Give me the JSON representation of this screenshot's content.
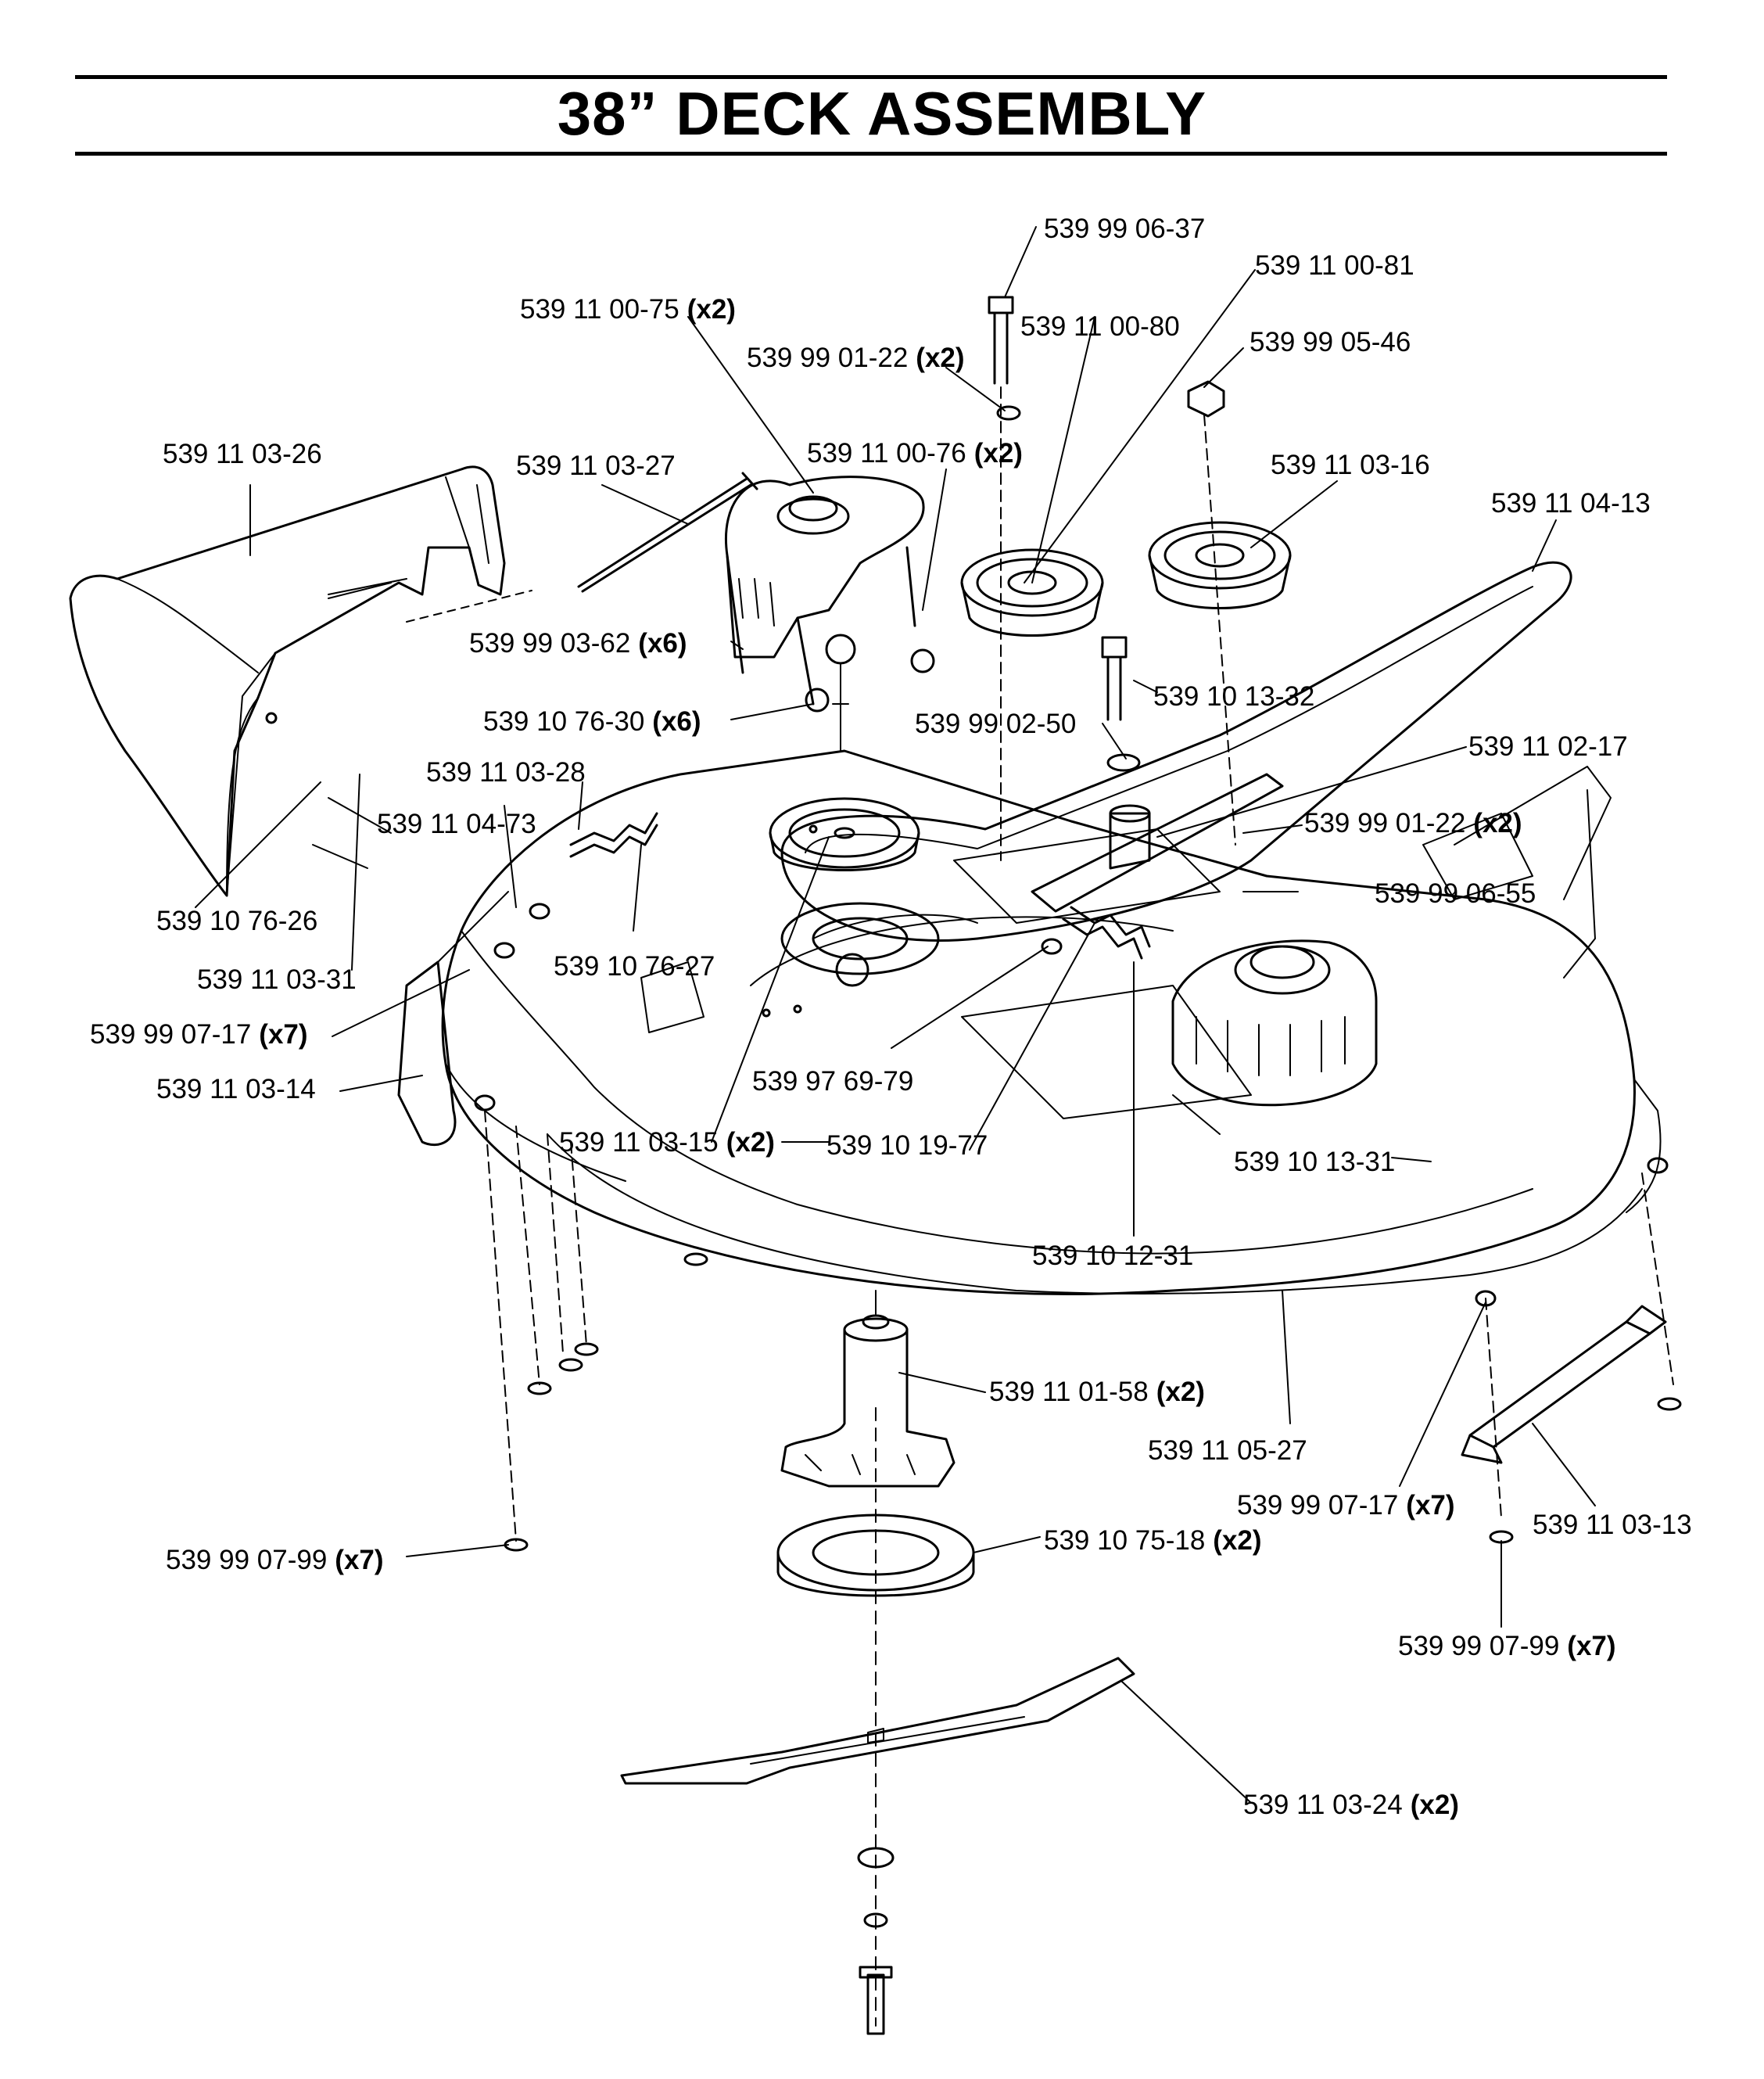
{
  "title": "38” DECK ASSEMBLY",
  "parts": [
    {
      "number": "539 99 06-37",
      "qty": ""
    },
    {
      "number": "539 11 00-81",
      "qty": ""
    },
    {
      "number": "539 11 00-75",
      "qty": "(x2)"
    },
    {
      "number": "539 11 00-80",
      "qty": ""
    },
    {
      "number": "539 99 01-22",
      "qty": "(x2)"
    },
    {
      "number": "539 99 05-46",
      "qty": ""
    },
    {
      "number": "539 11 03-26",
      "qty": ""
    },
    {
      "number": "539 11 03-27",
      "qty": ""
    },
    {
      "number": "539 11 00-76",
      "qty": "(x2)"
    },
    {
      "number": "539 11 03-16",
      "qty": ""
    },
    {
      "number": "539 11 04-13",
      "qty": ""
    },
    {
      "number": "539 99 03-62",
      "qty": "(x6)"
    },
    {
      "number": "539 10 13-32",
      "qty": ""
    },
    {
      "number": "539 10 76-30",
      "qty": "(x6)"
    },
    {
      "number": "539 99 02-50",
      "qty": ""
    },
    {
      "number": "539 11 02-17",
      "qty": ""
    },
    {
      "number": "539 11 03-28",
      "qty": ""
    },
    {
      "number": "539 99 01-22",
      "qty": "(x2)"
    },
    {
      "number": "539 11 04-73",
      "qty": ""
    },
    {
      "number": "539 99 06-55",
      "qty": ""
    },
    {
      "number": "539 10 76-26",
      "qty": ""
    },
    {
      "number": "539 10 76-27",
      "qty": ""
    },
    {
      "number": "539 11 03-31",
      "qty": ""
    },
    {
      "number": "539 99 07-17",
      "qty": "(x7)"
    },
    {
      "number": "539 97 69-79",
      "qty": ""
    },
    {
      "number": "539 11 03-14",
      "qty": ""
    },
    {
      "number": "539 11 03-15",
      "qty": "(x2)"
    },
    {
      "number": "539 10 19-77",
      "qty": ""
    },
    {
      "number": "539 10 13-31",
      "qty": ""
    },
    {
      "number": "539 10 12-31",
      "qty": ""
    },
    {
      "number": "539 11 01-58",
      "qty": "(x2)"
    },
    {
      "number": "539 11 05-27",
      "qty": ""
    },
    {
      "number": "539 99 07-17",
      "qty": "(x7)"
    },
    {
      "number": "539 11 03-13",
      "qty": ""
    },
    {
      "number": "539 99 07-99",
      "qty": "(x7)"
    },
    {
      "number": "539 10 75-18",
      "qty": "(x2)"
    },
    {
      "number": "539 99 07-99",
      "qty": "(x7)"
    },
    {
      "number": "539 11 03-24",
      "qty": "(x2)"
    }
  ]
}
